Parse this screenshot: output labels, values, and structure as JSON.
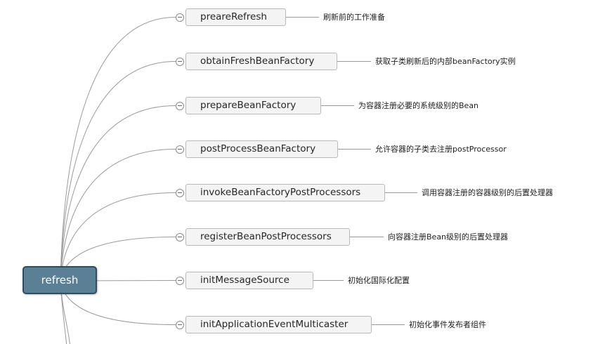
{
  "root": {
    "label": "refresh"
  },
  "nodes": [
    {
      "label": "preareRefresh",
      "desc": "刷新前的工作准备"
    },
    {
      "label": "obtainFreshBeanFactory",
      "desc": "获取子类刷新后的内部beanFactory实例"
    },
    {
      "label": "prepareBeanFactory",
      "desc": "为容器注册必要的系统级别的Bean"
    },
    {
      "label": "postProcessBeanFactory",
      "desc": "允许容器的子类去注册postProcessor"
    },
    {
      "label": "invokeBeanFactoryPostProcessors",
      "desc": "调用容器注册的容器级别的后置处理器"
    },
    {
      "label": "registerBeanPostProcessors",
      "desc": "向容器注册Bean级别的后置处理器"
    },
    {
      "label": "initMessageSource",
      "desc": "初始化国际化配置"
    },
    {
      "label": "initApplicationEventMulticaster",
      "desc": "初始化事件发布者组件"
    }
  ],
  "colors": {
    "root_fill": "#5b7f95",
    "root_border": "#2f4d60",
    "node_fill": "#f4f4f4",
    "node_border": "#b9b9b9",
    "connector": "#9a9a9a"
  }
}
